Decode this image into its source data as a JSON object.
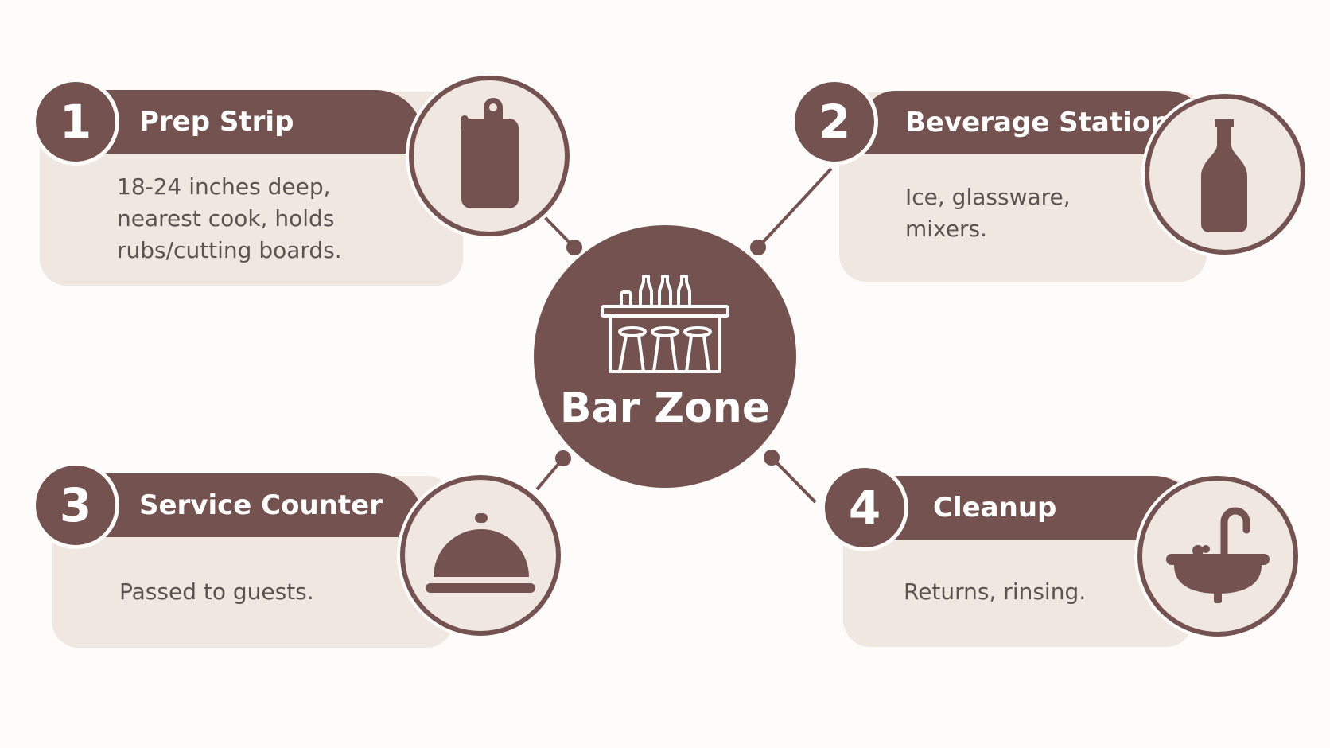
{
  "hub": {
    "title": "Bar Zone",
    "icon": "bar-counter-icon"
  },
  "colors": {
    "primary": "#735250",
    "card": "#efe7e0",
    "text": "#5d5250",
    "background": "#fdfcfb"
  },
  "zones": [
    {
      "number": "1",
      "title": "Prep Strip",
      "description": "18-24 inches deep,\nnearest cook, holds\nrubs/cutting boards.",
      "icon": "cutting-board-icon"
    },
    {
      "number": "2",
      "title": "Beverage Station",
      "description": "Ice, glassware,\nmixers.",
      "icon": "bottle-icon"
    },
    {
      "number": "3",
      "title": "Service Counter",
      "description": "Passed to guests.",
      "icon": "serving-cloche-icon"
    },
    {
      "number": "4",
      "title": "Cleanup",
      "description": "Returns, rinsing.",
      "icon": "sink-icon"
    }
  ]
}
